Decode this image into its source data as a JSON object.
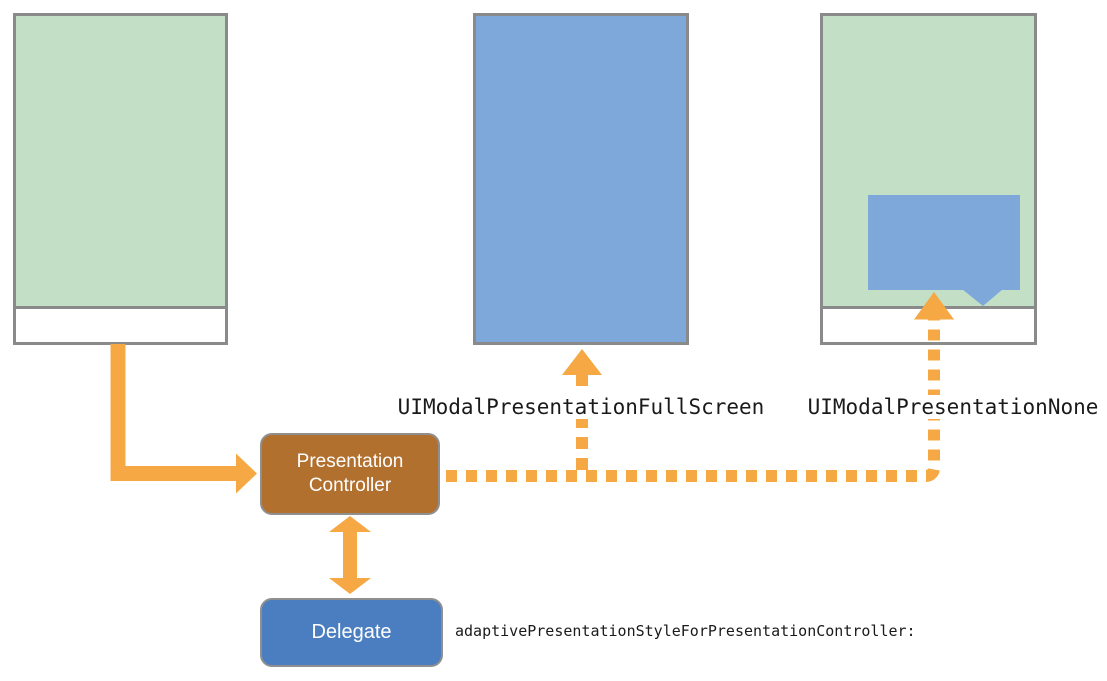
{
  "colors": {
    "green": "#c3dfc5",
    "view_blue": "#7ea7da",
    "orange": "#f5a843",
    "controller_brown": "#b2702f",
    "delegate_blue": "#4b7ec0",
    "border_gray": "#8a8a8a"
  },
  "labels": {
    "fullscreen_style": "UIModalPresentationFullScreen",
    "none_style": "UIModalPresentationNone",
    "delegate_method": "adaptivePresentationStyleForPresentationController:"
  },
  "nodes": {
    "presentation_controller": {
      "line1": "Presentation",
      "line2": "Controller"
    },
    "delegate": {
      "label": "Delegate"
    }
  }
}
